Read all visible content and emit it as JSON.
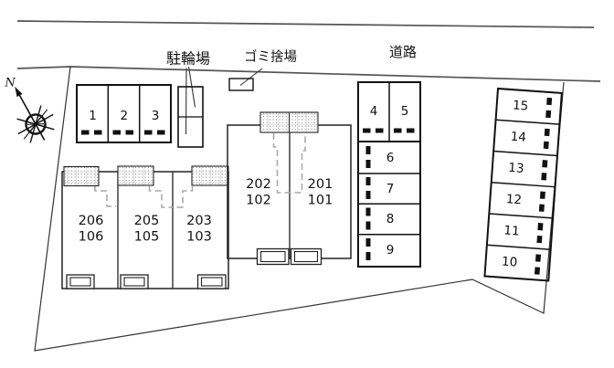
{
  "plan_title": "site-plan",
  "labels": {
    "road": "道路",
    "bicycle_parking": "駐輪場",
    "garbage": "ゴミ捨場",
    "compass_north": "N"
  },
  "parking": {
    "1": "1",
    "2": "2",
    "3": "3",
    "4": "4",
    "5": "5",
    "6": "6",
    "7": "7",
    "8": "8",
    "9": "9",
    "10": "10",
    "11": "11",
    "12": "12",
    "13": "13",
    "14": "14",
    "15": "15"
  },
  "units": {
    "206": "206",
    "106": "106",
    "205": "205",
    "105": "105",
    "203": "203",
    "103": "103",
    "202": "202",
    "102": "102",
    "201": "201",
    "101": "101"
  },
  "colors": {
    "line": "#333333",
    "bold_line": "#111111",
    "road_line": "#555555",
    "stair_dash": "#aaaaaa",
    "background": "#ffffff"
  }
}
